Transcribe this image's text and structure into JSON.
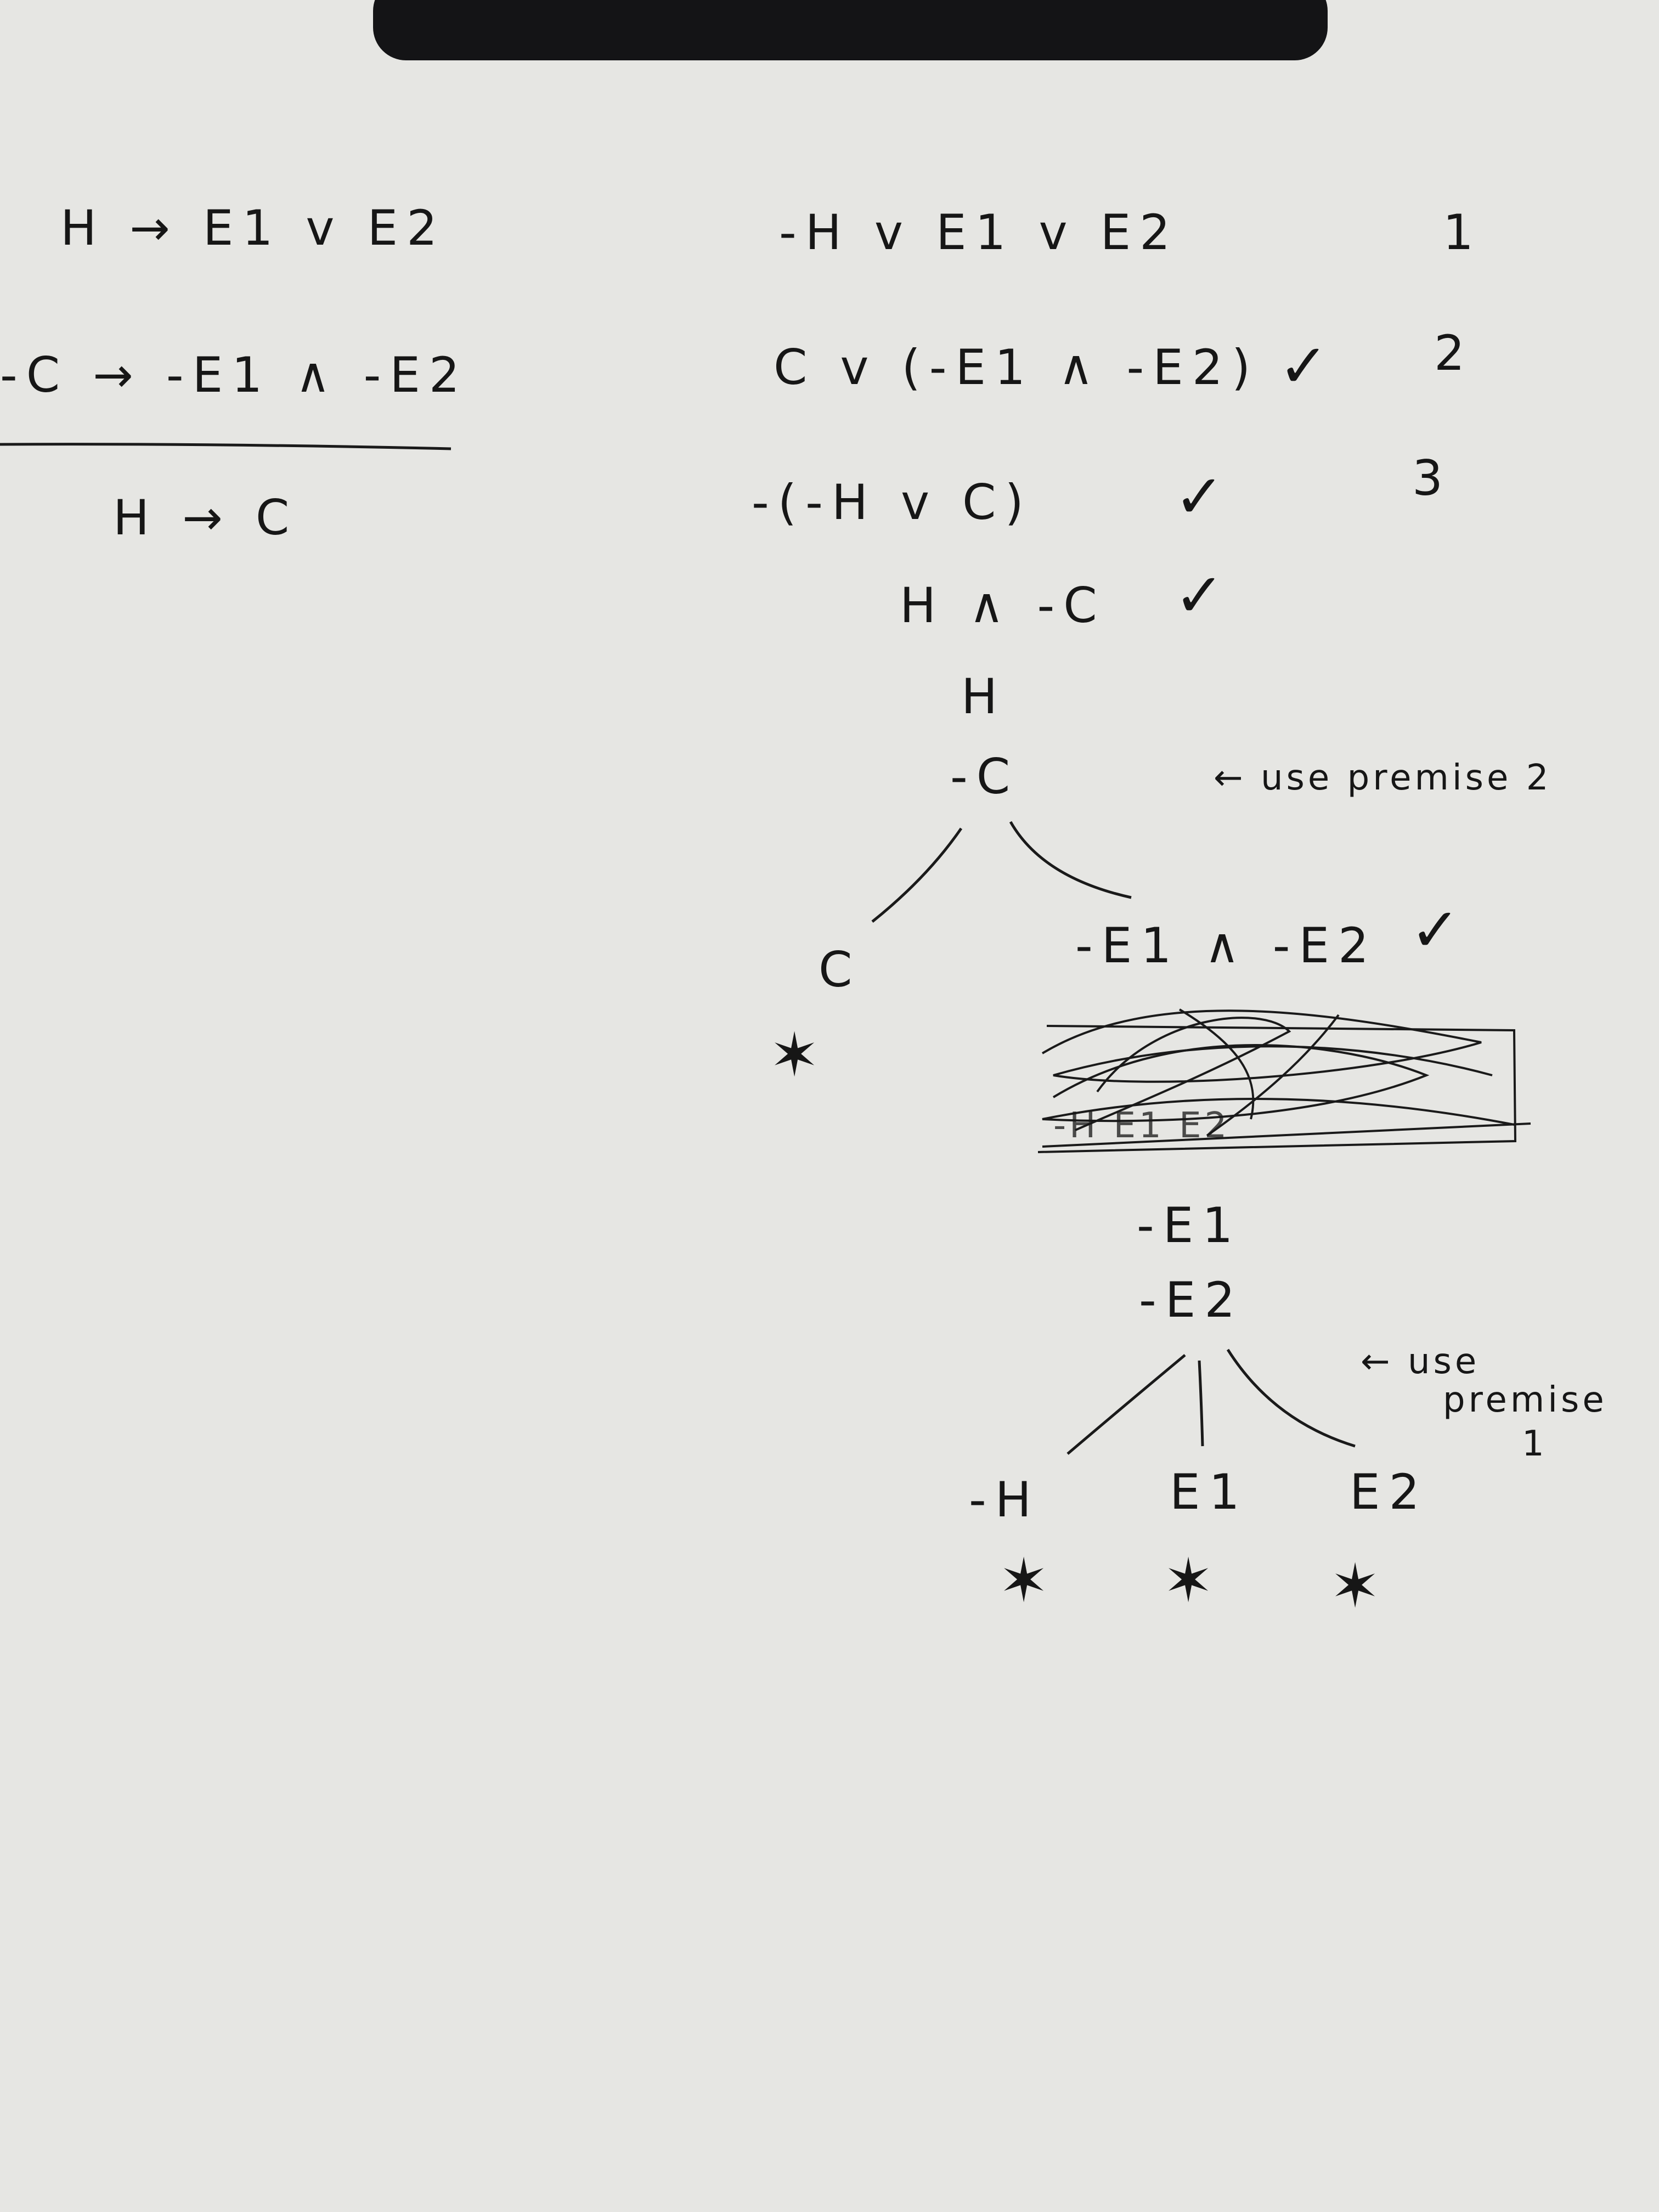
{
  "premises": {
    "p1": "H → E1 v E2",
    "p2": "-C → -E1 ∧ -E2",
    "conclusion": "H → C"
  },
  "tableau": {
    "line1": "-H v E1 v E2",
    "line1_num": "1",
    "line2": "C v (-E1 ∧ -E2)",
    "line2_num": "2",
    "line3": "-(-H v C)",
    "line3_num": "3",
    "line4": "H ∧ -C",
    "line5": "H",
    "line6": "-C",
    "note_premise2": "← use premise 2",
    "branch_left": "C",
    "branch_left_close": "✶",
    "branch_right": "-E1 ∧ -E2",
    "crossed_out": "-H   E1   E2",
    "line7": "-E1",
    "line8": "-E2",
    "note_premise1": [
      "← use",
      "premise",
      "1"
    ],
    "leaf_h": "-H",
    "leaf_e1": "E1",
    "leaf_e2": "E2",
    "leaf_close": "✶",
    "check": "✓"
  }
}
